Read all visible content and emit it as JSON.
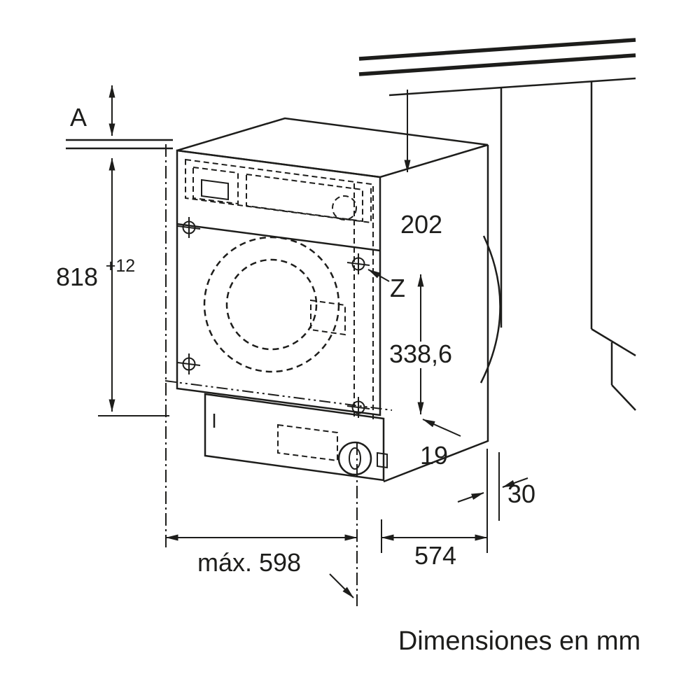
{
  "diagram": {
    "caption": "Dimensiones en mm",
    "labels": {
      "a": "A",
      "height": "818",
      "height_tolerance": "+12",
      "top_offset": "202",
      "z": "Z",
      "hinge_spacing": "338,6",
      "plinth_recess": "19",
      "side_gap": "30",
      "max_width": "máx. 598",
      "depth": "574"
    },
    "colors": {
      "line": "#1d1d1b",
      "background": "#ffffff"
    }
  }
}
